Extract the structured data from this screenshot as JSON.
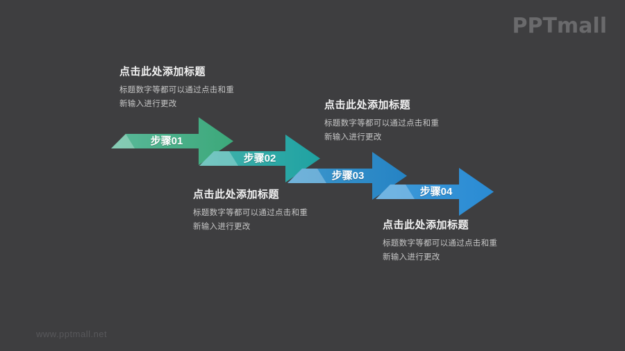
{
  "page": {
    "background_color": "#3e3e40"
  },
  "logo": {
    "text": "PPTmall",
    "color": "#6a6a6c"
  },
  "watermark": {
    "text": "www.pptmall.net",
    "color": "#58585b"
  },
  "steps": [
    {
      "label": "步骤01",
      "color_start": "#5ab99a",
      "color_end": "#3ca87a"
    },
    {
      "label": "步骤02",
      "color_start": "#43b2ab",
      "color_end": "#1fa2a2"
    },
    {
      "label": "步骤03",
      "color_start": "#3d97cc",
      "color_end": "#2583c4"
    },
    {
      "label": "步骤04",
      "color_start": "#3e9ad8",
      "color_end": "#2a8bd4"
    }
  ],
  "text_blocks": [
    {
      "title": "点击此处添加标题",
      "line1": "标题数字等都可以通过点击和重",
      "line2": "新输入进行更改"
    },
    {
      "title": "点击此处添加标题",
      "line1": "标题数字等都可以通过点击和重",
      "line2": "新输入进行更改"
    },
    {
      "title": "点击此处添加标题",
      "line1": "标题数字等都可以通过点击和重",
      "line2": "新输入进行更改"
    },
    {
      "title": "点击此处添加标题",
      "line1": "标题数字等都可以通过点击和重",
      "line2": "新输入进行更改"
    }
  ]
}
